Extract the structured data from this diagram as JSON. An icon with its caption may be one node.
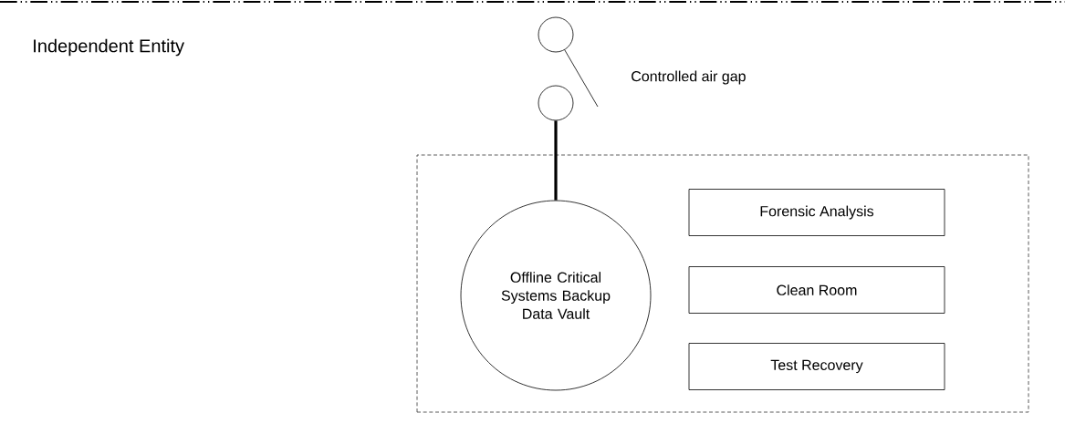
{
  "diagram": {
    "nodes": [
      {
        "text": [],
        "shape": "circle"
      },
      {
        "text": [],
        "shape": "circle"
      },
      {
        "text": [],
        "shape": "box"
      },
      {
        "text": [
          "Offline Critical Systems Backup Data Vault"
        ],
        "in": 2
      },
      {
        "text": [
          "Forensic Analysis"
        ],
        "in": 2
      },
      {
        "text": [
          "Clean Room"
        ],
        "in": 2
      },
      {
        "text": [
          "Test Recovery"
        ],
        "in": 2
      }
    ],
    "edges": [
      {
        "from": 0,
        "to": null,
        "arrow": "none"
      },
      {
        "from": 1,
        "to": 3,
        "arrow": "none",
        "style": "thick"
      }
    ],
    "labels": [
      "Independent Entity",
      "Controlled air gap"
    ]
  }
}
